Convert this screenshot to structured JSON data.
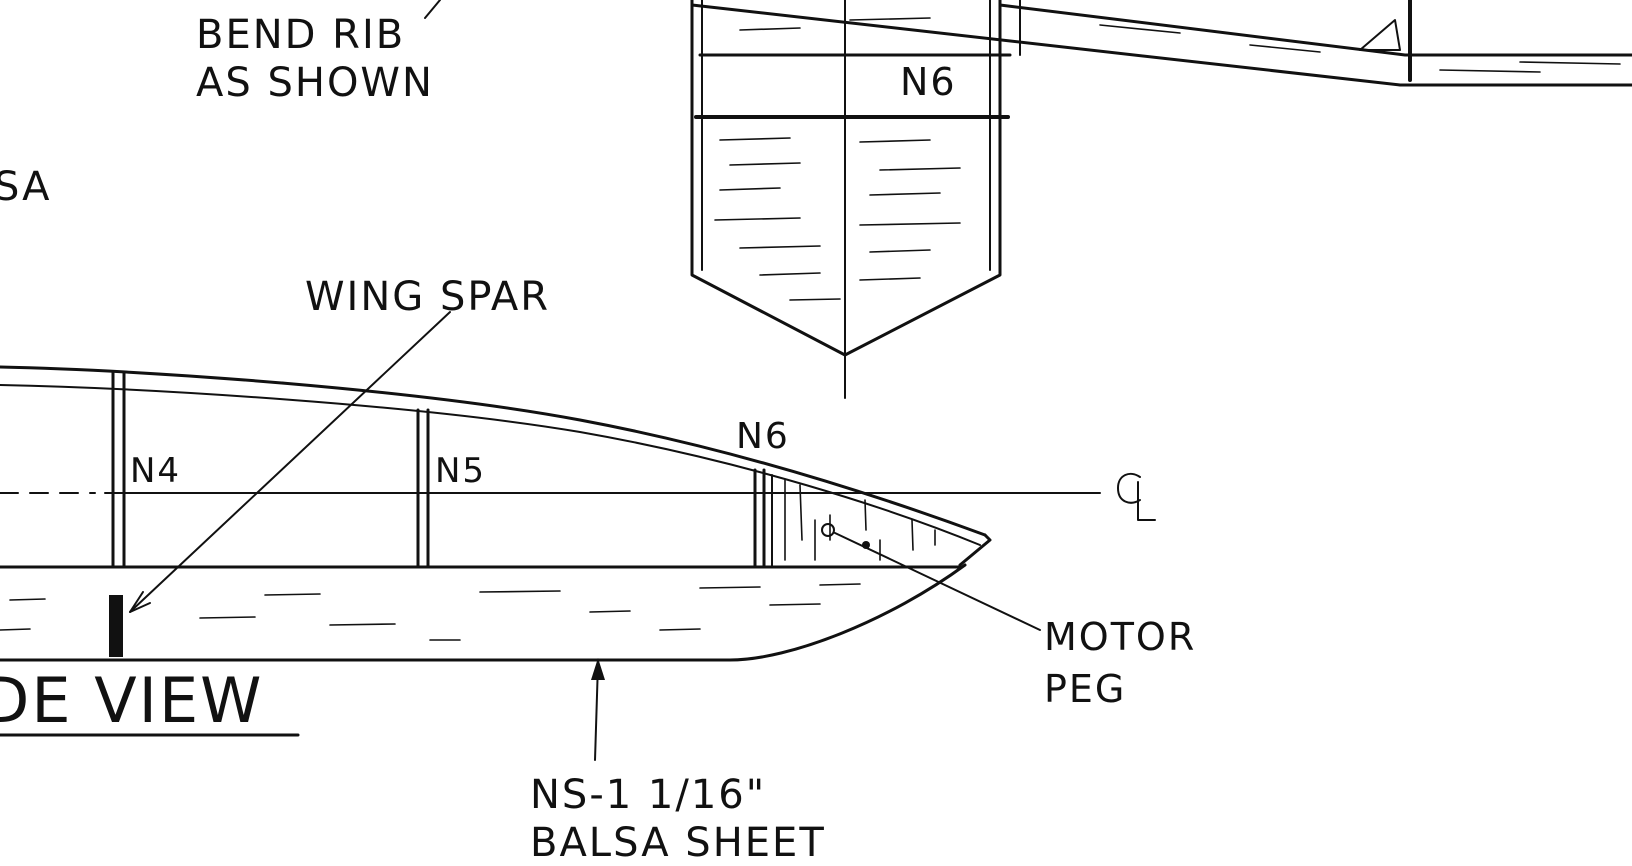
{
  "labels": {
    "bend_rib": [
      "BEND RIB",
      "AS SHOWN"
    ],
    "partial_sa": "SA",
    "wing_spar": "WING SPAR",
    "n4": "N4",
    "n5": "N5",
    "n6_side": "N6",
    "n6_top": "N6",
    "centerline": "CL",
    "motor_peg": [
      "MOTOR",
      "PEG"
    ],
    "side_view": "SIDE VIEW",
    "ns1": [
      "NS-1  1/16\"",
      "BALSA SHEET"
    ]
  },
  "colors": {
    "ink": "#111111",
    "paper": "#ffffff"
  }
}
